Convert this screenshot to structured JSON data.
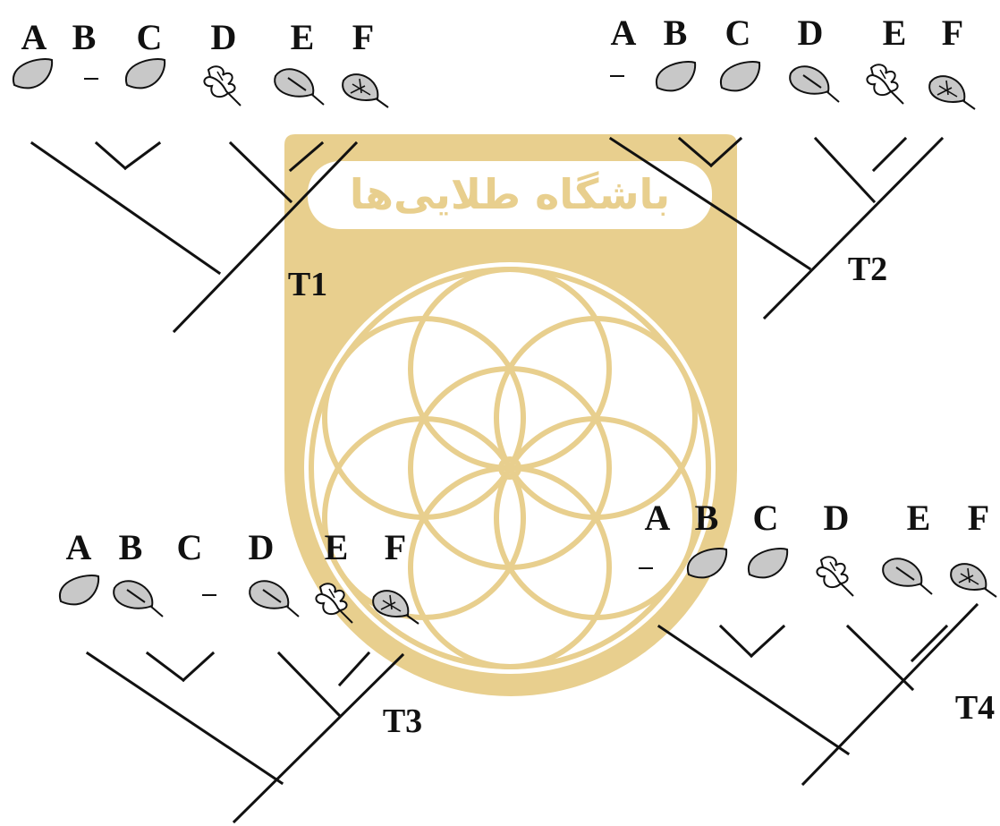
{
  "colors": {
    "line": "#111111",
    "leaf_fill": "#c8c8c8",
    "watermark": "#e8cf8e",
    "background": "#ffffff"
  },
  "watermark": {
    "text": "باشگاه طلایی‌ها"
  },
  "taxa": [
    "A",
    "B",
    "C",
    "D",
    "E",
    "F"
  ],
  "trees": [
    {
      "name": "T1",
      "leaves": [
        "oval-leaf",
        "dash",
        "oval-leaf",
        "divided-leaf",
        "veined-leaf",
        "netted-leaf"
      ],
      "topology": "((A,(B,C)),(D,(E,F)))"
    },
    {
      "name": "T2",
      "leaves": [
        "dash",
        "oval-leaf",
        "oval-leaf",
        "veined-leaf",
        "divided-leaf",
        "netted-leaf"
      ],
      "topology": "((A,(B,C)),(D,(E,F)))"
    },
    {
      "name": "T3",
      "leaves": [
        "oval-leaf",
        "veined-leaf",
        "dash",
        "veined-leaf",
        "divided-leaf",
        "netted-leaf"
      ],
      "topology": "((A,(B,C)),(D,(E,F)))"
    },
    {
      "name": "T4",
      "leaves": [
        "dash",
        "oval-leaf",
        "oval-leaf",
        "divided-leaf",
        "veined-leaf",
        "netted-leaf"
      ],
      "topology": "(A,((B,C),(D,(E,F))))"
    }
  ]
}
